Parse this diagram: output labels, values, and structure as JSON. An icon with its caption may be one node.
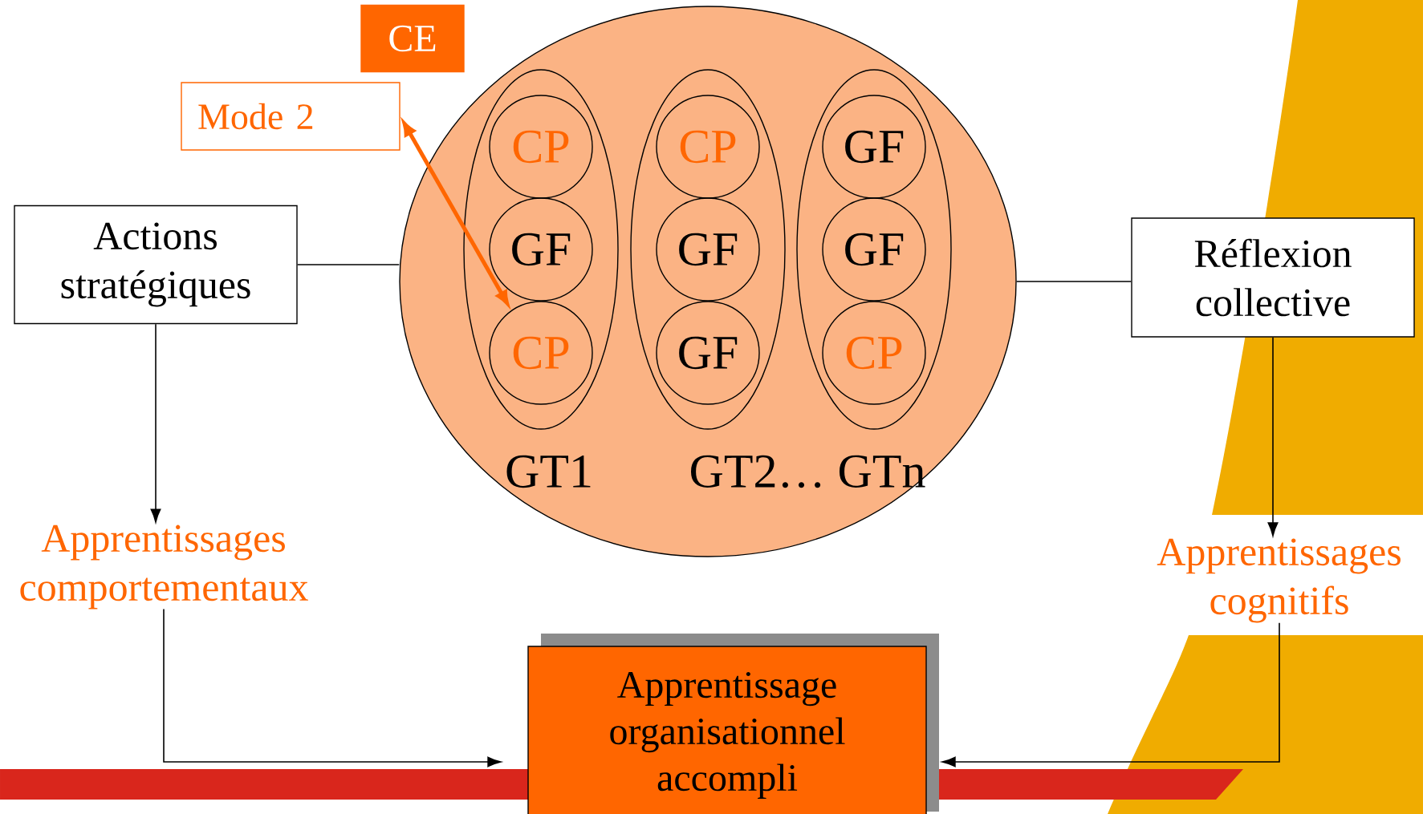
{
  "diagram": {
    "nodes": [
      {
        "text": [
          "CE"
        ]
      },
      {
        "text": [
          "Mode 2"
        ]
      },
      {
        "text": [],
        "shape": "ellipse"
      },
      {
        "text": [],
        "shape": "ellipse",
        "in": 2
      },
      {
        "text": [
          "CP"
        ],
        "in": 3
      },
      {
        "text": [
          "GF"
        ],
        "in": 3
      },
      {
        "text": [
          "CP"
        ],
        "in": 3
      },
      {
        "text": [],
        "shape": "ellipse",
        "in": 2
      },
      {
        "text": [
          "CP"
        ],
        "in": 7
      },
      {
        "text": [
          "GF"
        ],
        "in": 7
      },
      {
        "text": [
          "GF"
        ],
        "in": 7
      },
      {
        "text": [],
        "shape": "ellipse",
        "in": 2
      },
      {
        "text": [
          "GF"
        ],
        "in": 11
      },
      {
        "text": [
          "GF"
        ],
        "in": 11
      },
      {
        "text": [
          "CP"
        ],
        "in": 11
      },
      {
        "text": [
          "Actions stratégiques"
        ]
      },
      {
        "text": [
          "Réflexion collective"
        ]
      },
      {
        "text": [
          "Apprentissages comportementaux"
        ]
      },
      {
        "text": [
          "Apprentissages cognitifs"
        ]
      },
      {
        "text": [
          "Apprentissage organisationnel accompli"
        ]
      }
    ],
    "edges": [
      {
        "from": 1,
        "to": 6,
        "arrow": "both",
        "style": "thick",
        "color": "#ff6600"
      },
      {
        "from": 15,
        "to": 2,
        "arrow": "none"
      },
      {
        "from": 2,
        "to": 16,
        "arrow": "none"
      },
      {
        "from": 15,
        "to": 17,
        "arrow": "to"
      },
      {
        "from": 16,
        "to": 18,
        "arrow": "to"
      },
      {
        "from": 17,
        "to": 19,
        "arrow": "to"
      },
      {
        "from": 18,
        "to": 19,
        "arrow": "to"
      }
    ],
    "labels": [
      "GT1",
      "GT2… GTn"
    ]
  }
}
